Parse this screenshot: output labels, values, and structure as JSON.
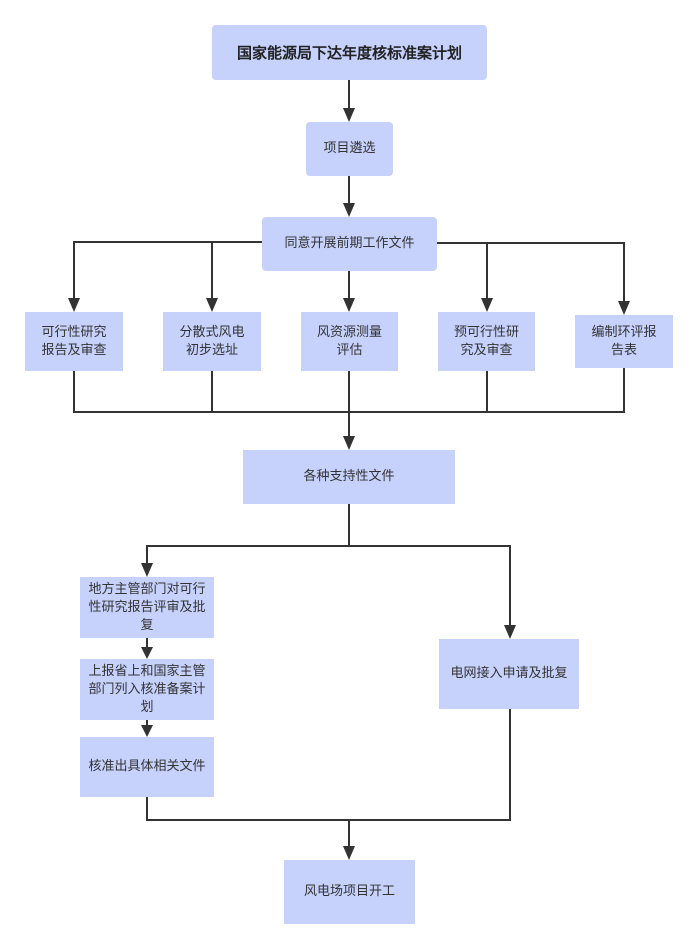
{
  "diagram": {
    "type": "flowchart",
    "nodes": {
      "start": "国家能源局下达年度核标准案计划",
      "selection": "项目遴选",
      "approval_prelim": "同意开展前期工作文件",
      "feasibility": "可行性研究报告及审查",
      "site_selection": "分散式风电初步选址",
      "wind_resource": "风资源测量评估",
      "pre_feasibility": "预可行性研究及审查",
      "env_report": "编制环评报告表",
      "support_docs": "各种支持性文件",
      "local_review": "地方主管部门对可行性研究报告评审及批复",
      "report_upward": "上报省上和国家主管部门列入核准备案计划",
      "approval_docs": "核准出具体相关文件",
      "grid_access": "电网接入申请及批复",
      "construction": "风电场项目开工"
    },
    "edges": [
      [
        "start",
        "selection"
      ],
      [
        "selection",
        "approval_prelim"
      ],
      [
        "approval_prelim",
        "feasibility"
      ],
      [
        "approval_prelim",
        "site_selection"
      ],
      [
        "approval_prelim",
        "wind_resource"
      ],
      [
        "approval_prelim",
        "pre_feasibility"
      ],
      [
        "approval_prelim",
        "env_report"
      ],
      [
        "feasibility",
        "support_docs"
      ],
      [
        "site_selection",
        "support_docs"
      ],
      [
        "wind_resource",
        "support_docs"
      ],
      [
        "pre_feasibility",
        "support_docs"
      ],
      [
        "env_report",
        "support_docs"
      ],
      [
        "support_docs",
        "local_review"
      ],
      [
        "support_docs",
        "grid_access"
      ],
      [
        "local_review",
        "report_upward"
      ],
      [
        "report_upward",
        "approval_docs"
      ],
      [
        "approval_docs",
        "construction"
      ],
      [
        "grid_access",
        "construction"
      ]
    ],
    "colors": {
      "node_fill": "#c6d1fc",
      "edge": "#333333",
      "text": "#333333"
    }
  }
}
